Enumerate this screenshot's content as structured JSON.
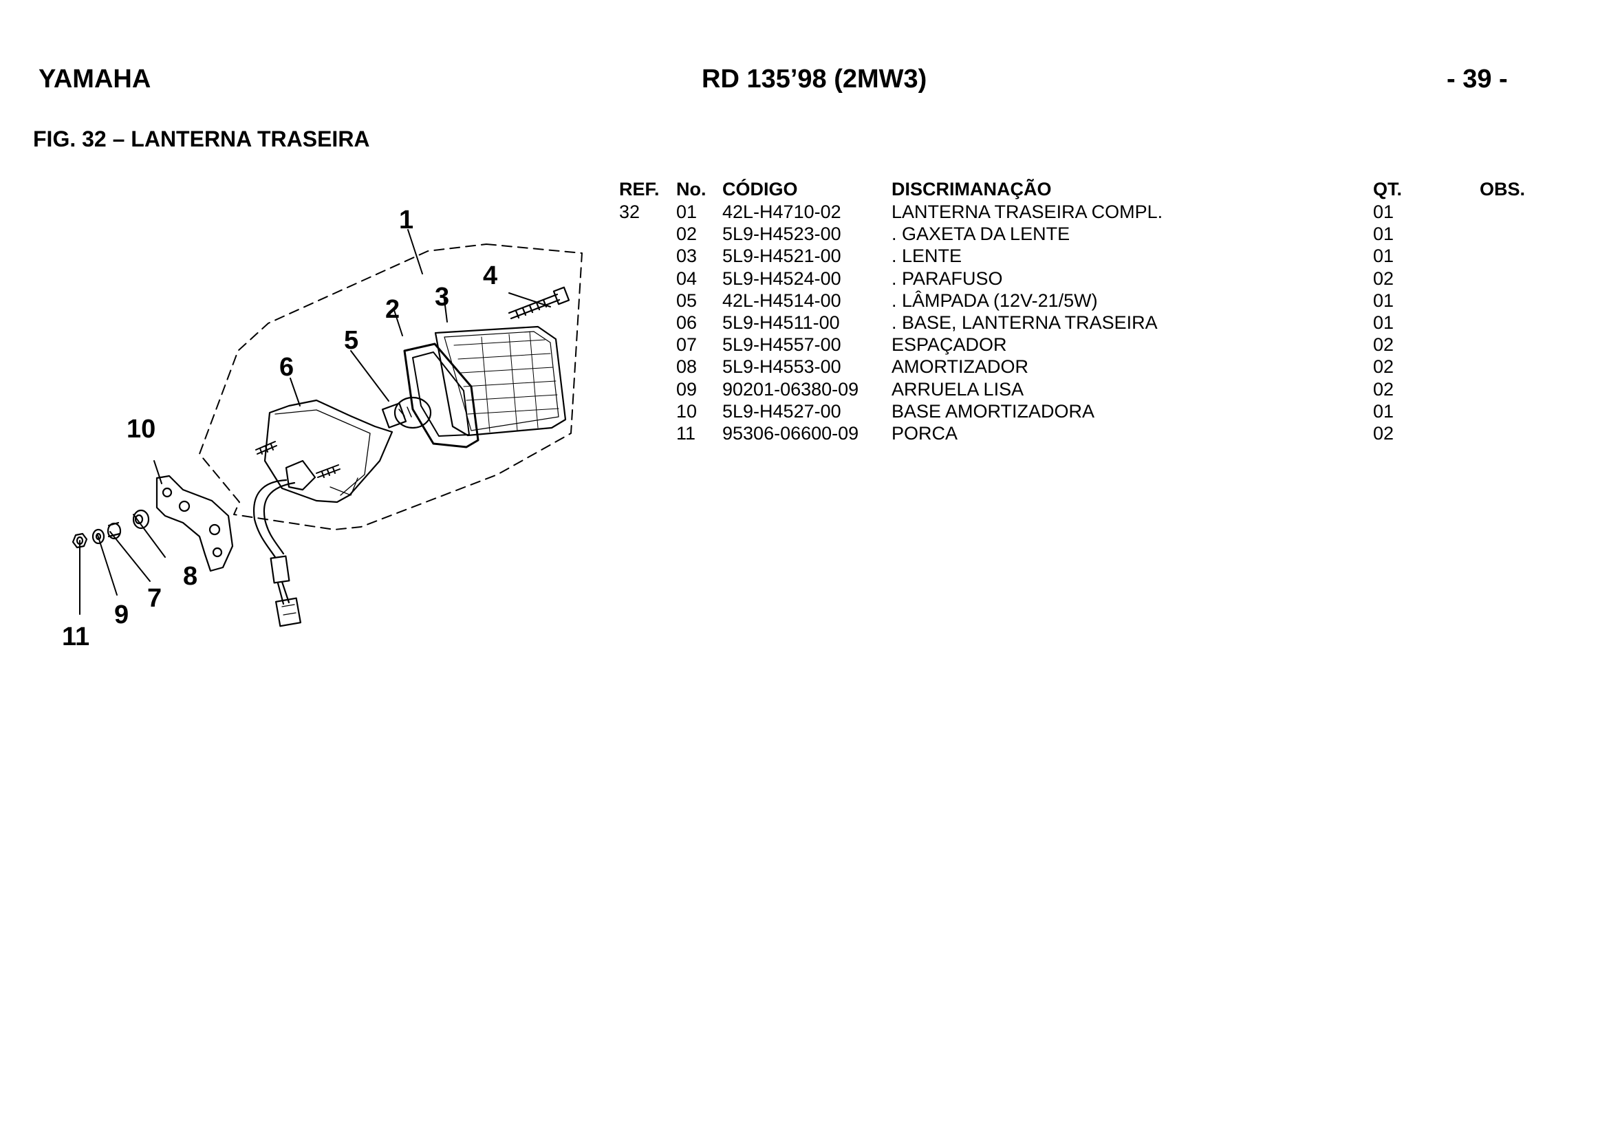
{
  "header": {
    "brand": "YAMAHA",
    "model": "RD 135’98 (2MW3)",
    "page": "- 39 -"
  },
  "figure": {
    "title": "FIG. 32 – LANTERNA TRASEIRA",
    "callouts": [
      "1",
      "2",
      "3",
      "4",
      "5",
      "6",
      "7",
      "8",
      "9",
      "10",
      "11"
    ]
  },
  "table": {
    "headers": {
      "ref": "REF.",
      "no": "No.",
      "code": "CÓDIGO",
      "desc": "DISCRIMANAÇÃO",
      "qt": "QT.",
      "obs": "OBS."
    },
    "rows": [
      {
        "ref": "32",
        "no": "01",
        "code": "42L-H4710-02",
        "desc": "LANTERNA TRASEIRA COMPL.",
        "qt": "01"
      },
      {
        "ref": "",
        "no": "02",
        "code": "5L9-H4523-00",
        "desc": ". GAXETA DA LENTE",
        "qt": "01"
      },
      {
        "ref": "",
        "no": "03",
        "code": "5L9-H4521-00",
        "desc": ". LENTE",
        "qt": "01"
      },
      {
        "ref": "",
        "no": "04",
        "code": "5L9-H4524-00",
        "desc": ". PARAFUSO",
        "qt": "02"
      },
      {
        "ref": "",
        "no": "05",
        "code": "42L-H4514-00",
        "desc": ". LÂMPADA (12V-21/5W)",
        "qt": "01"
      },
      {
        "ref": "",
        "no": "06",
        "code": "5L9-H4511-00",
        "desc": ". BASE, LANTERNA TRASEIRA",
        "qt": "01"
      },
      {
        "ref": "",
        "no": "07",
        "code": "5L9-H4557-00",
        "desc": "ESPAÇADOR",
        "qt": "02"
      },
      {
        "ref": "",
        "no": "08",
        "code": "5L9-H4553-00",
        "desc": "AMORTIZADOR",
        "qt": "02"
      },
      {
        "ref": "",
        "no": "09",
        "code": "90201-06380-09",
        "desc": "ARRUELA LISA",
        "qt": "02"
      },
      {
        "ref": "",
        "no": "10",
        "code": "5L9-H4527-00",
        "desc": "BASE AMORTIZADORA",
        "qt": "01"
      },
      {
        "ref": "",
        "no": "11",
        "code": "95306-06600-09",
        "desc": "PORCA",
        "qt": "02"
      }
    ]
  }
}
